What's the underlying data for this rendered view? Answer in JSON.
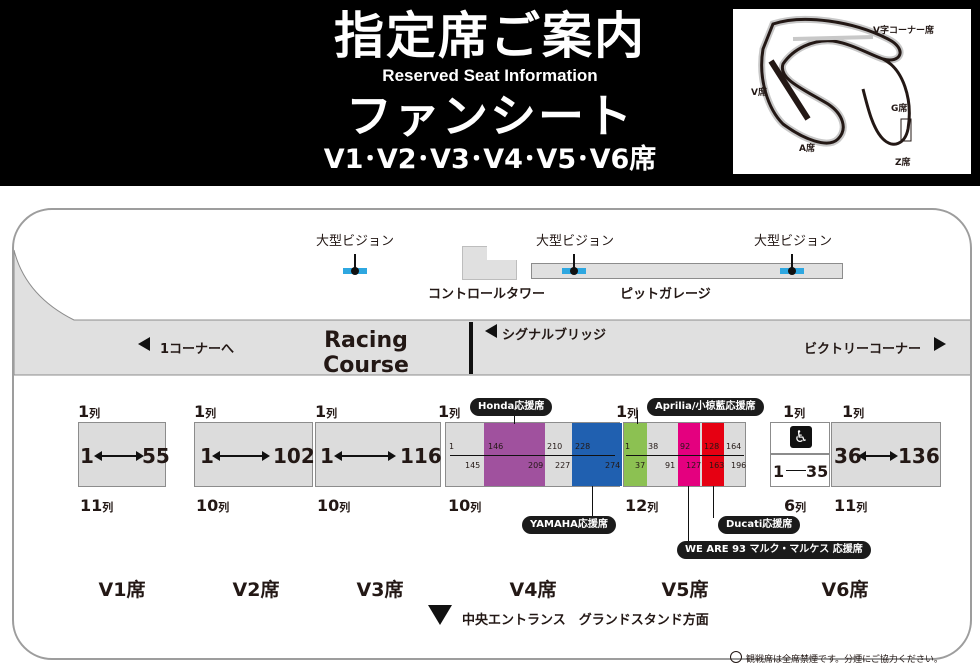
{
  "header": {
    "title": "指定席ご案内",
    "subtitle": "Reserved Seat Information",
    "seat_name": "ファンシート",
    "seat_list": "V1･V2･V3･V4･V5･V6席"
  },
  "minimap": {
    "labels": [
      "V字コーナー席",
      "V席",
      "G席",
      "A席",
      "Z席"
    ]
  },
  "facilities": {
    "screen_labels": [
      "大型ビジョン",
      "大型ビジョン",
      "大型ビジョン"
    ],
    "control_tower": "コントロールタワー",
    "pit_garage": "ピットガレージ",
    "signal_bridge": "シグナルブリッジ",
    "to_corner1": "1コーナーへ",
    "racing_course": "Racing Course",
    "victory_corner": "ビクトリーコーナー"
  },
  "blocks": {
    "v1": {
      "row_first": "1",
      "row_last": "11",
      "seat_first": "1",
      "seat_last": "55",
      "zone": "V1席"
    },
    "v2": {
      "row_first": "1",
      "row_last": "10",
      "seat_first": "1",
      "seat_last": "102",
      "zone": "V2席"
    },
    "v3": {
      "row_first": "1",
      "row_last": "10",
      "seat_first": "1",
      "seat_last": "116",
      "zone": "V3席"
    },
    "v4": {
      "row_first": "1",
      "row_last": "10",
      "zone": "V4席",
      "nums": [
        "1",
        "145",
        "146",
        "209",
        "210",
        "227",
        "228",
        "274"
      ]
    },
    "v5": {
      "row_first": "1",
      "row_last": "12",
      "zone": "V5席",
      "nums": [
        "1",
        "37",
        "38",
        "91",
        "92",
        "127",
        "128",
        "163",
        "164",
        "196"
      ]
    },
    "v6": {
      "row_first": "1",
      "row_last": "6",
      "row_first_b": "1",
      "row_last_b": "11",
      "wheel_first": "1",
      "wheel_last": "35",
      "seat_first": "36",
      "seat_last": "136",
      "zone": "V6席"
    },
    "row_suffix": "列"
  },
  "cheer_tags": {
    "honda": "Honda応援席",
    "yamaha": "YAMAHA応援席",
    "aprilia": "Aprilia/小椋藍応援席",
    "ducati": "Ducati応援席",
    "marquez": "WE ARE 93 マルク・マルケス 応援席"
  },
  "colors": {
    "honda": "#a0519e",
    "yamaha": "#2060b0",
    "aprilia": "#8cc152",
    "marquez": "#e4007f",
    "ducati": "#e60012",
    "screen": "#2ea7e0",
    "block": "#dcdcdc",
    "course": "#e0e0e0"
  },
  "footer": {
    "entrance": "中央エントランス　グランドスタンド方面",
    "no_smoking": "観戦席は全席禁煙です。分煙にご協力ください。"
  }
}
